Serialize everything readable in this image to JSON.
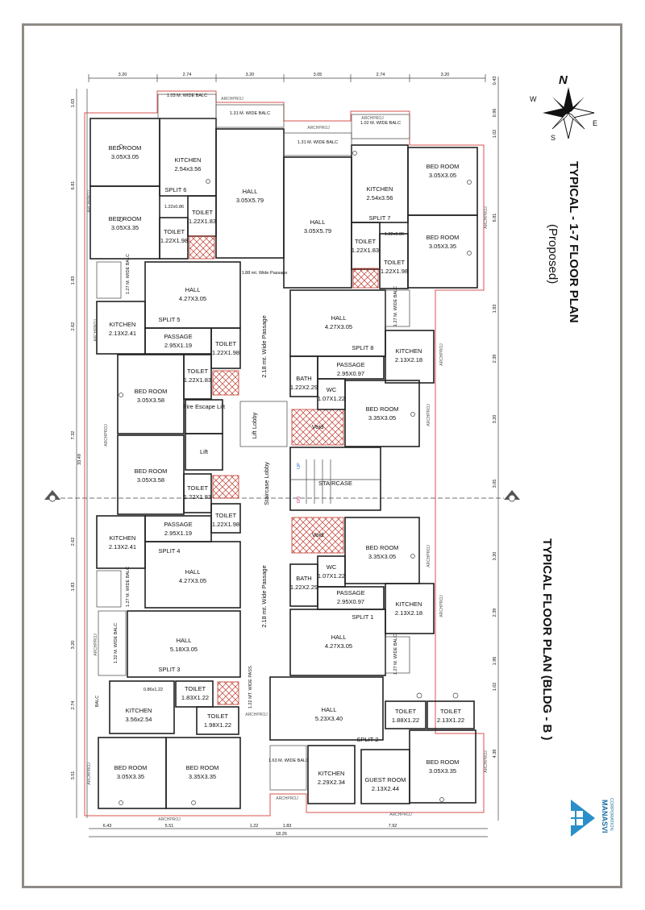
{
  "titles": {
    "typical_1_7": "TYPICAL - 1-7 FLOOR PLAN",
    "proposed": "(Proposed)",
    "bldg": "TYPICAL FLOOR PLAN (BLDG - B )"
  },
  "compass": {
    "n": "N",
    "s": "S",
    "e": "E",
    "w": "W"
  },
  "logo": {
    "name": "MANASVI",
    "sub": "CORPORATION"
  },
  "top_dims": [
    "3.20",
    "2.74",
    "3.20",
    "3.05",
    "2.74",
    "3.20"
  ],
  "bottom_dims": [
    "6.43",
    "5.51",
    "1.22",
    "1.83",
    "7.92"
  ],
  "overall_width": "18.26",
  "overall_height": "33.49",
  "left_dims": [
    "1.03",
    "6.81",
    "1.83",
    "2.62",
    "7.32",
    "2.62",
    "1.83",
    "3.20",
    "2.74",
    "3.51"
  ],
  "right_dims": [
    "0.43",
    "0.96",
    "1.02",
    "6.81",
    "1.83",
    "2.39",
    "3.20",
    "3.05",
    "3.20",
    "2.39",
    "1.96",
    "1.02",
    "4.38"
  ],
  "archproj": "ARCHPROJ",
  "rooms": {
    "r1": "BED ROOM",
    "r1d": "3.05X3.05",
    "r2": "BED ROOM",
    "r2d": "3.05X3.35",
    "r3": "KITCHEN",
    "r3d": "2.54x3.56",
    "r4": "SPLIT 6",
    "r5": "TOILET",
    "r5d": "1.22X1.83",
    "r6": "TOILET",
    "r6d": "1.22X1.98",
    "r7": "1.22x0.86",
    "r8": "HALL",
    "r8d": "3.05X5.79",
    "r9": "1.03 M. WIDE BALC",
    "r10": "1.31 M. WIDE BALC",
    "r11": "HALL",
    "r11d": "3.05X5.79",
    "r12": "KITCHEN",
    "r12d": "2.54x3.56",
    "r13": "SPLIT 7",
    "r14": "TOILET",
    "r14d": "1.22X1.83",
    "r15": "TOILET",
    "r15d": "1.22X1.98",
    "r16": "BED ROOM",
    "r16d": "3.05X3.05",
    "r17": "BED ROOM",
    "r17d": "3.05X3.35",
    "r18": "1.02 M. WIDE BALC",
    "r19": "1.31 M. WIDE BALC",
    "r20": "1.22x0.86",
    "r21": "1.27 M. WIDE BALC",
    "r22": "HALL",
    "r22d": "4.27X3.05",
    "r23": "1.88 mt. Wide Passage",
    "r24": "KITCHEN",
    "r24d": "2.13X2.41",
    "r25": "SPLIT 5",
    "r26": "PASSAGE",
    "r26d": "2.95X1.19",
    "r27": "TOILET",
    "r27d": "1.22X1.98",
    "r28": "BED ROOM",
    "r28d": "3.05X3.58",
    "r29": "TOILET",
    "r29d": "1.22X1.83",
    "r30": "Fire Escape Lift",
    "r31": "Lift",
    "r32": "BED ROOM",
    "r32d": "3.05X3.58",
    "r33": "TOILET",
    "r33d": "1.22X1.83",
    "r34": "2.18 mt. Wide Passage",
    "r35": "Lift Lobby",
    "r36": "Staircase Lobby",
    "r37": "HALL",
    "r37d": "4.27X3.05",
    "r38": "SPLIT 8",
    "r39": "1.27 M. WIDE BALC",
    "r40": "KITCHEN",
    "r40d": "2.13X2.18",
    "r41": "BATH",
    "r41d": "1.22X2.29",
    "r42": "PASSAGE",
    "r42d": "2.95X0.97",
    "r43": "WC",
    "r43d": "1.07X1.22",
    "r44": "BED ROOM",
    "r44d": "3.35X3.05",
    "r45": "Void",
    "r46": "STAIRCASE",
    "r47": "UP",
    "r48": "DN",
    "r49": "Void",
    "r50": "BED ROOM",
    "r50d": "3.35X3.05",
    "r51": "BATH",
    "r51d": "1.22X2.29",
    "r52": "WC",
    "r52d": "1.07X1.22",
    "r53": "PASSAGE",
    "r53d": "2.95X0.97",
    "r54": "KITCHEN",
    "r54d": "2.13X2.18",
    "r55": "SPLIT 1",
    "r56": "1.27 M. WIDE BALC",
    "r57": "HALL",
    "r57d": "4.27X3.05",
    "r58": "2.18 mt. Wide Passage",
    "r59": "TOILET",
    "r59d": "1.22X1.98",
    "r60": "KITCHEN",
    "r60d": "2.13X2.41",
    "r61": "SPLIT 4",
    "r62": "PASSAGE",
    "r62d": "2.95X1.19",
    "r63": "1.27 M. WIDE BALC",
    "r64": "HALL",
    "r64d": "4.27X3.05",
    "r65": "1.32 M. WIDE BALC",
    "r66": "HALL",
    "r66d": "5.18X3.05",
    "r67": "SPLIT 3",
    "r68": "0.86x1.22",
    "r69": "TOILET",
    "r69d": "1.83X1.22",
    "r70": "TOILET",
    "r70d": "1.98X1.22",
    "r71": "KITCHEN",
    "r71d": "3.56x2.54",
    "r72": "BALC",
    "r73": "BED ROOM",
    "r73d": "3.05X3.35",
    "r74": "BED ROOM",
    "r74d": "3.35X3.35",
    "r75": "1.22 MT. WIDE PASS.",
    "r76": "HALL",
    "r76d": "5.23X3.40",
    "r77": "SPLIT 2",
    "r78": "1.63 M. WIDE BALC",
    "r79": "KITCHEN",
    "r79d": "2.29X2.34",
    "r80": "GUEST ROOM",
    "r80d": "2.13X2.44",
    "r81": "TOILET",
    "r81d": "1.88X1.22",
    "r82": "TOILET",
    "r82d": "2.13X1.22",
    "r83": "BED ROOM",
    "r83d": "3.05X3.35",
    "r84": "1.27 M. WIDE BALC"
  }
}
